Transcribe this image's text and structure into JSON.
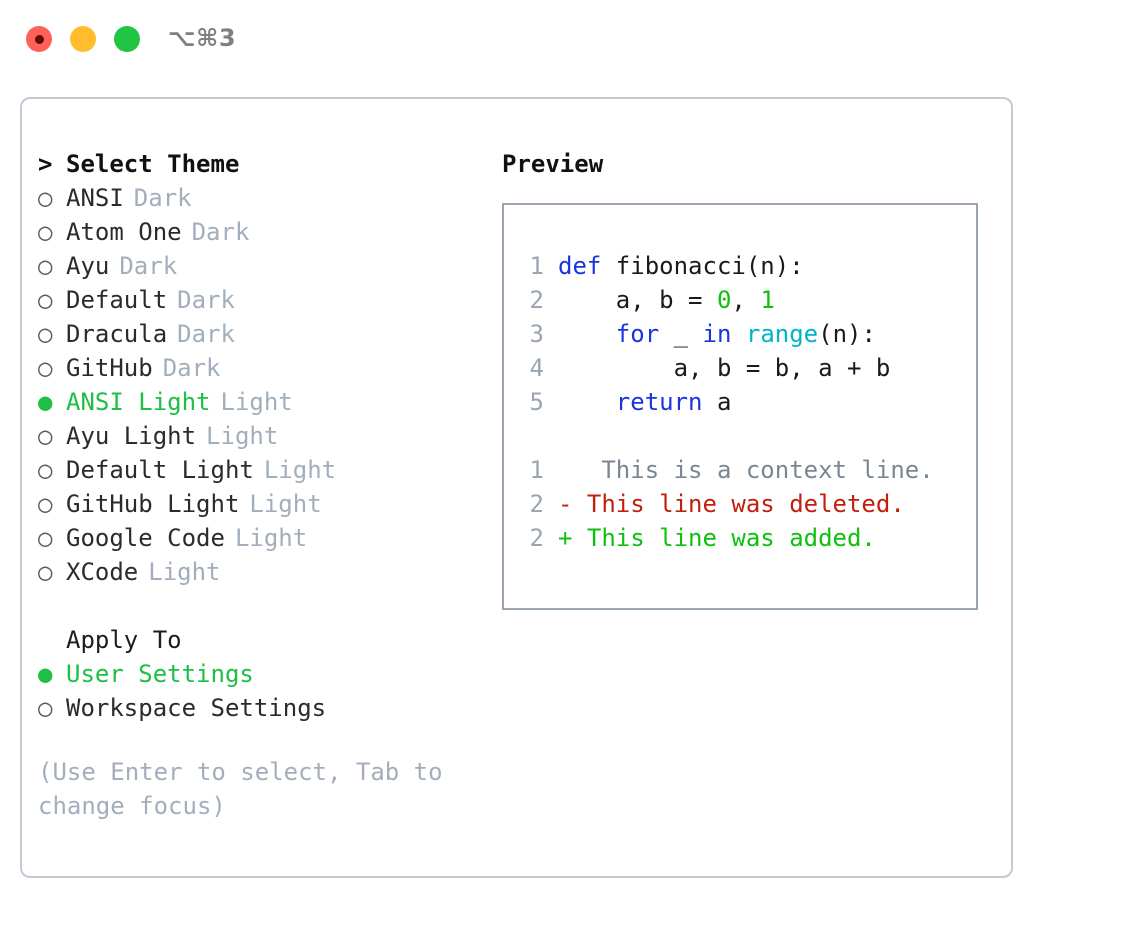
{
  "titlebar": {
    "shortcut": "⌥⌘3",
    "buttons": {
      "close": "close",
      "minimize": "minimize",
      "maximize": "maximize"
    }
  },
  "theme_picker": {
    "header_marker": ">",
    "header_label": "Select Theme",
    "marker_unselected": "○",
    "marker_selected": "●",
    "items": [
      {
        "name": "ANSI",
        "variant": "Dark",
        "selected": false
      },
      {
        "name": "Atom One",
        "variant": "Dark",
        "selected": false
      },
      {
        "name": "Ayu",
        "variant": "Dark",
        "selected": false
      },
      {
        "name": "Default",
        "variant": "Dark",
        "selected": false
      },
      {
        "name": "Dracula",
        "variant": "Dark",
        "selected": false
      },
      {
        "name": "GitHub",
        "variant": "Dark",
        "selected": false
      },
      {
        "name": "ANSI Light",
        "variant": "Light",
        "selected": true
      },
      {
        "name": "Ayu Light",
        "variant": "Light",
        "selected": false
      },
      {
        "name": "Default Light",
        "variant": "Light",
        "selected": false
      },
      {
        "name": "GitHub Light",
        "variant": "Light",
        "selected": false
      },
      {
        "name": "Google Code",
        "variant": "Light",
        "selected": false
      },
      {
        "name": "XCode",
        "variant": "Light",
        "selected": false
      }
    ]
  },
  "apply_to": {
    "title": "Apply To",
    "items": [
      {
        "name": "User Settings",
        "selected": true
      },
      {
        "name": "Workspace Settings",
        "selected": false
      }
    ]
  },
  "hint": "(Use Enter to select, Tab to change focus)",
  "preview": {
    "title": "Preview",
    "code_lines": [
      {
        "no": "1",
        "tokens": [
          {
            "t": "def",
            "c": "kw"
          },
          {
            "t": " fibonacci(n):",
            "c": "pl"
          }
        ]
      },
      {
        "no": "2",
        "tokens": [
          {
            "t": "    a, b = ",
            "c": "pl"
          },
          {
            "t": "0",
            "c": "num"
          },
          {
            "t": ", ",
            "c": "pl"
          },
          {
            "t": "1",
            "c": "num"
          }
        ]
      },
      {
        "no": "3",
        "tokens": [
          {
            "t": "    ",
            "c": "pl"
          },
          {
            "t": "for",
            "c": "kw"
          },
          {
            "t": " _ ",
            "c": "pl"
          },
          {
            "t": "in",
            "c": "kw"
          },
          {
            "t": " ",
            "c": "pl"
          },
          {
            "t": "range",
            "c": "fn"
          },
          {
            "t": "(n):",
            "c": "pl"
          }
        ]
      },
      {
        "no": "4",
        "tokens": [
          {
            "t": "        a, b = b, a + b",
            "c": "pl"
          }
        ]
      },
      {
        "no": "5",
        "tokens": [
          {
            "t": "    ",
            "c": "pl"
          },
          {
            "t": "return",
            "c": "kw"
          },
          {
            "t": " a",
            "c": "pl"
          }
        ]
      }
    ],
    "diff_lines": [
      {
        "no": "1",
        "marker": " ",
        "text": "  This is a context line.",
        "kind": "ctx"
      },
      {
        "no": "2",
        "marker": "-",
        "text": " This line was deleted.",
        "kind": "del"
      },
      {
        "no": "2",
        "marker": "+",
        "text": " This line was added.",
        "kind": "add"
      }
    ]
  },
  "colors": {
    "accent_green": "#1dbf45",
    "muted": "#a3aebd",
    "border": "#c3cad4",
    "preview_border": "#9aa5b1",
    "keyword": "#1a35dd",
    "function": "#00b3c8",
    "number": "#0ec10e",
    "diff_delete": "#c21f0e",
    "diff_add": "#0ec10e",
    "traffic_close": "#ff6159",
    "traffic_min": "#ffbd2e",
    "traffic_max": "#22c543"
  }
}
